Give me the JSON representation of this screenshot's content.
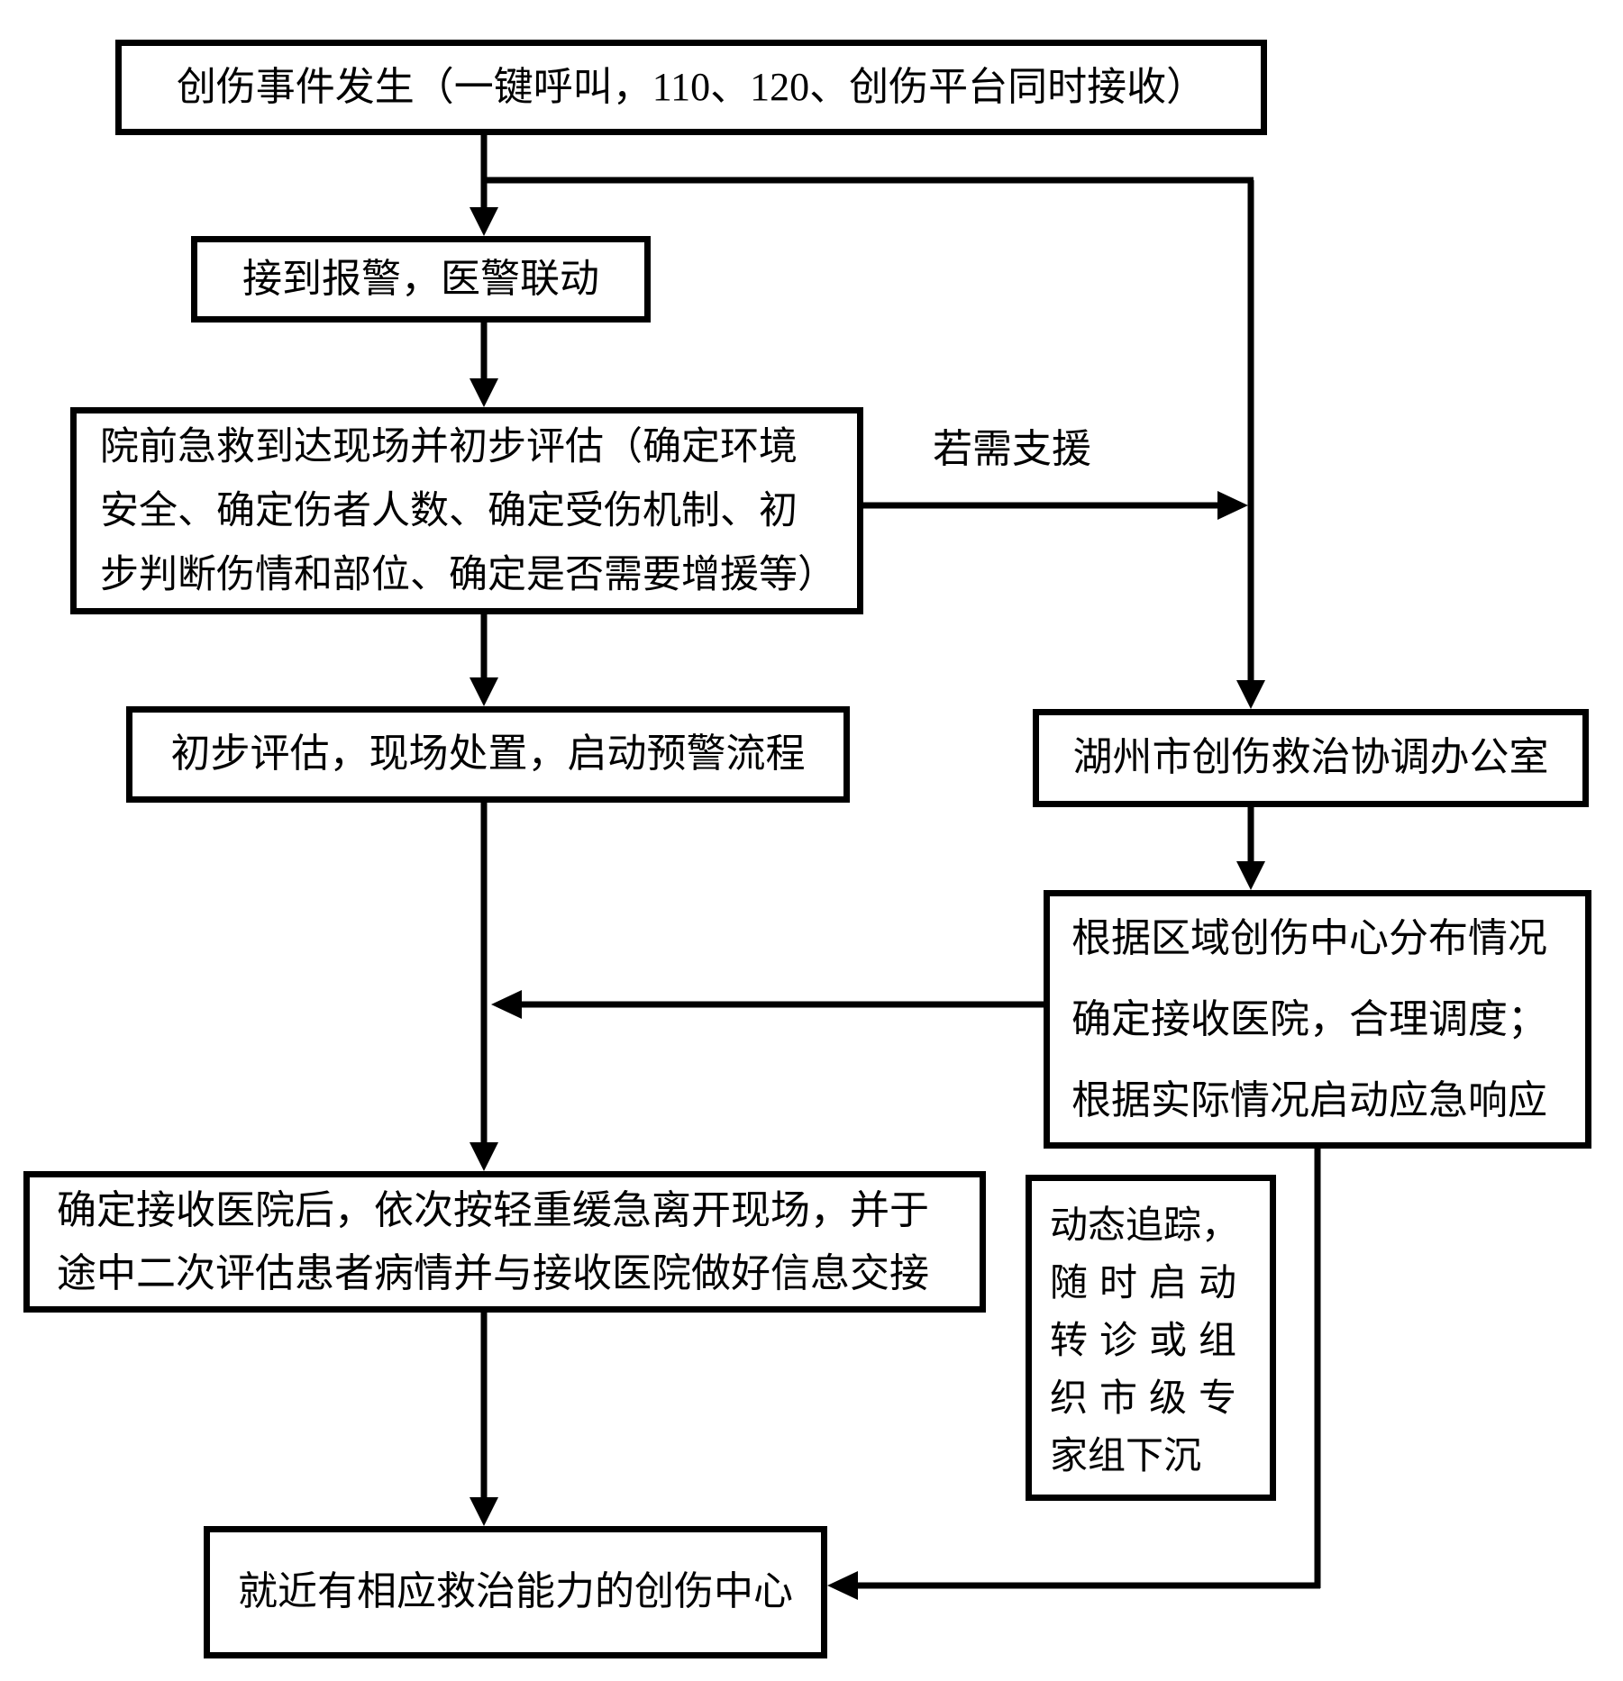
{
  "flowchart": {
    "boxes": {
      "trauma_event": {
        "text": "创伤事件发生（一键呼叫，110、120、创伤平台同时接收）"
      },
      "alarm_received": {
        "text": "接到报警，医警联动"
      },
      "prehospital_assessment": {
        "lines": [
          "院前急救到达现场并初步评估（确定环境",
          "安全、确定伤者人数、确定受伤机制、初",
          "步判断伤情和部位、确定是否需要增援等）"
        ]
      },
      "initial_assessment": {
        "text": "初步评估，现场处置，启动预警流程"
      },
      "coordination_office": {
        "text": "湖州市创伤救治协调办公室"
      },
      "dispatch_decision": {
        "lines": [
          "根据区域创伤中心分布情况",
          "确定接收医院，合理调度；",
          "根据实际情况启动应急响应"
        ]
      },
      "leave_scene": {
        "lines": [
          "确定接收医院后，依次按轻重缓急离开现场，并于",
          "途中二次评估患者病情并与接收医院做好信息交接"
        ]
      },
      "dynamic_tracking": {
        "lines": [
          "动态追踪，",
          "随时启动",
          "转诊或组",
          "织市级专",
          "家组下沉"
        ]
      },
      "trauma_center": {
        "text": "就近有相应救治能力的创伤中心"
      }
    },
    "edge_labels": {
      "support_needed": "若需支援"
    },
    "colors": {
      "stroke": "#000000",
      "box_background": "#ffffff",
      "text": "#000000",
      "page_background": "#ffffff"
    }
  }
}
